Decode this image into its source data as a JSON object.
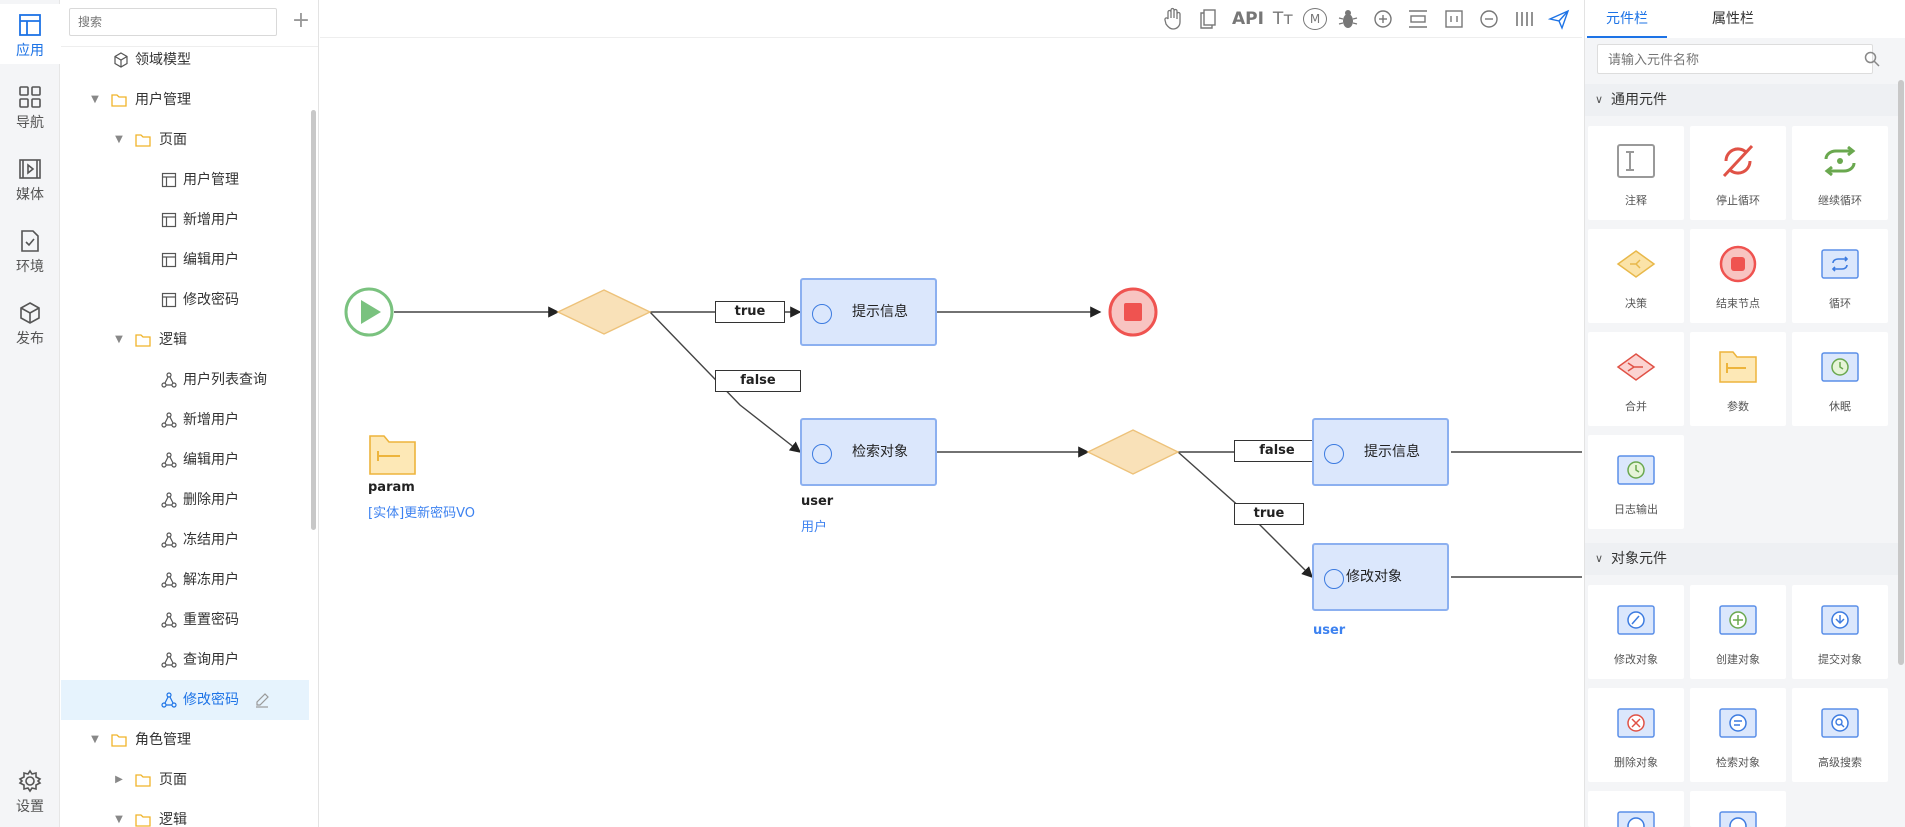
{
  "rail": {
    "items": [
      {
        "label": "应用",
        "icon": "app-icon"
      },
      {
        "label": "导航",
        "icon": "grid-icon"
      },
      {
        "label": "媒体",
        "icon": "media-icon"
      },
      {
        "label": "环境",
        "icon": "environment-icon"
      },
      {
        "label": "发布",
        "icon": "publish-icon"
      }
    ],
    "settings": "设置",
    "active": "应用"
  },
  "tree": {
    "search_placeholder": "搜索",
    "add_symbol": "+",
    "rows": [
      {
        "label": "领域模型"
      },
      {
        "label": "用户管理"
      },
      {
        "label": "页面"
      },
      {
        "label": "用户管理"
      },
      {
        "label": "新增用户"
      },
      {
        "label": "编辑用户"
      },
      {
        "label": "修改密码"
      },
      {
        "label": "逻辑"
      },
      {
        "label": "用户列表查询"
      },
      {
        "label": "新增用户"
      },
      {
        "label": "编辑用户"
      },
      {
        "label": "删除用户"
      },
      {
        "label": "冻结用户"
      },
      {
        "label": "解冻用户"
      },
      {
        "label": "重置密码"
      },
      {
        "label": "查询用户"
      },
      {
        "label": "修改密码"
      },
      {
        "label": "角色管理"
      },
      {
        "label": "页面"
      },
      {
        "label": "逻辑"
      }
    ]
  },
  "toolbar": {
    "api_label": "API",
    "text_label": "Tт",
    "m_label": "M",
    "icons": [
      "hand-icon",
      "copy-icon",
      "api-icon",
      "text-icon",
      "m-icon",
      "bug-icon",
      "zoom-in-icon",
      "fit-icon",
      "frame-icon",
      "zoom-out-icon",
      "columns-icon",
      "send-icon"
    ]
  },
  "flow": {
    "nodes": {
      "prompt1": "提示信息",
      "search": "检索对象",
      "prompt2": "提示信息",
      "modify": "修改对象"
    },
    "labels": {
      "true1": "true",
      "false1": "false",
      "false2": "false",
      "true2": "true"
    },
    "param": {
      "name": "param",
      "type": "[实体]更新密码VO"
    },
    "search_var": {
      "name": "user",
      "type": "用户"
    },
    "modify_var": {
      "name": "user"
    },
    "colors": {
      "node_fill": "#dbe7fc",
      "node_border": "#8cb0f0",
      "decision": "#f9e1b8",
      "start": "#7ac27f",
      "end": "#ef5350"
    }
  },
  "rpanel": {
    "tabs": [
      "元件栏",
      "属性栏"
    ],
    "search_placeholder": "请输入元件名称",
    "sections": [
      {
        "title": "通用元件",
        "items": [
          "注释",
          "停止循环",
          "继续循环",
          "决策",
          "结束节点",
          "循环",
          "合并",
          "参数",
          "休眠",
          "日志输出"
        ]
      },
      {
        "title": "对象元件",
        "items": [
          "修改对象",
          "创建对象",
          "提交对象",
          "删除对象",
          "检索对象",
          "高级搜索"
        ]
      }
    ]
  }
}
